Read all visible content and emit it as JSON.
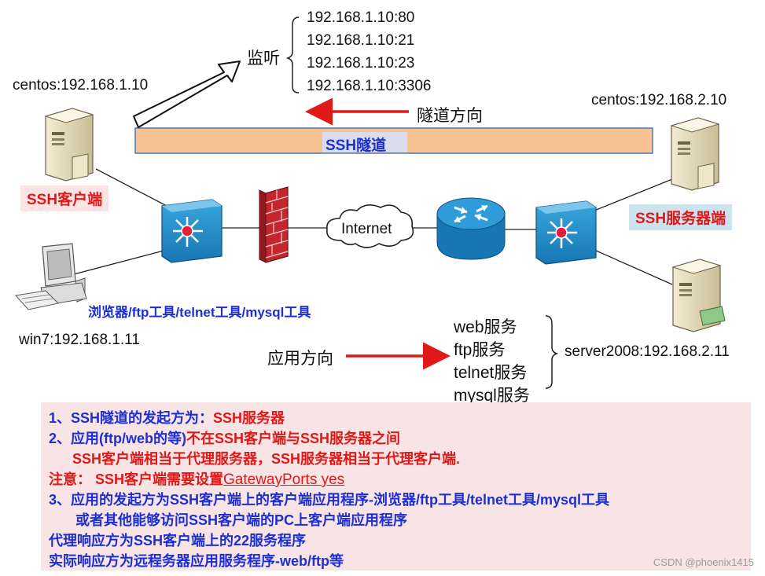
{
  "client": {
    "host_label": "centos:192.168.1.10",
    "role_label": "SSH客户端"
  },
  "listen": {
    "label": "监听",
    "ports": [
      "192.168.1.10:80",
      "192.168.1.10:21",
      "192.168.1.10:23",
      "192.168.1.10:3306"
    ]
  },
  "tunnel": {
    "direction_label": "隧道方向",
    "name": "SSH隧道"
  },
  "server": {
    "host_label": "centos:192.168.2.10",
    "role_label": "SSH服务器端"
  },
  "internet_label": "Internet",
  "pc": {
    "tools_label": "浏览器/ftp工具/telnet工具/mysql工具",
    "host_label": "win7:192.168.1.11"
  },
  "app": {
    "direction_label": "应用方向",
    "services": [
      "web服务",
      "ftp服务",
      "telnet服务",
      "mysql服务"
    ],
    "server_label": "server2008:192.168.2.11"
  },
  "notes": {
    "l1_a": "1、SSH隧道的发起方为：",
    "l1_b": "SSH服务器",
    "l2_a": "2、应用(ftp/web的等)",
    "l2_b": "不在SSH客户端与SSH服务器之间",
    "l3": "SSH客户端相当于代理服务器，SSH服务器相当于代理客户端.",
    "l4_a": "注意：  SSH客户端需要设置",
    "l4_b": "GatewayPorts   yes",
    "l5": "3、应用的发起方为SSH客户端上的客户端应用程序-浏览器/ftp工具/telnet工具/mysql工具",
    "l6": "或者其他能够访问SSH客户端的PC上客户端应用程序",
    "l7": "代理响应方为SSH客户端上的22服务程序",
    "l8": "实际响应方为远程务器应用服务程序-web/ftp等"
  },
  "watermark": "CSDN @phoenix1415",
  "colors": {
    "tunnel_fill": "#f7c394",
    "tunnel_label_bg": "#d9dcea",
    "switch_blue": "#1b8ec8",
    "notes_bg": "#f8e4e4",
    "arrow_red": "#e01818",
    "text_blue": "#1c2fd4",
    "text_red": "#e01818"
  }
}
